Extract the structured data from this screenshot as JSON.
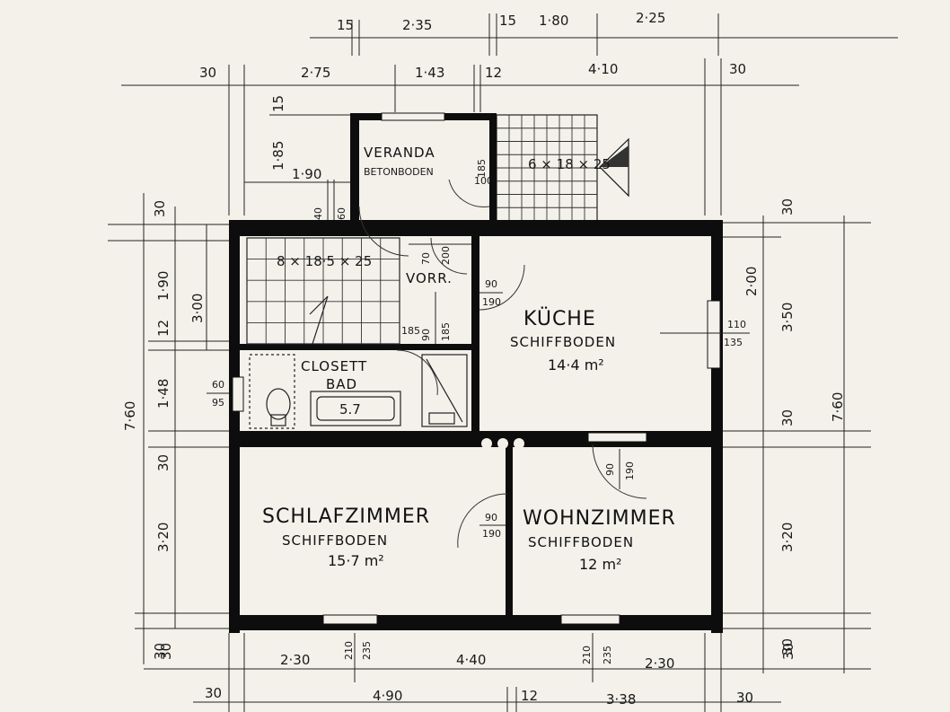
{
  "plan": {
    "rooms": {
      "veranda": {
        "name": "VERANDA",
        "floor": "BETONBODEN"
      },
      "vorraum": {
        "name": "VORR."
      },
      "kueche": {
        "name": "KÜCHE",
        "floor": "SCHIFFBODEN",
        "area": "14·4 m²"
      },
      "closet_bad": {
        "name1": "CLOSETT",
        "name2": "BAD",
        "tub": "5.7"
      },
      "schlafzimmer": {
        "name": "SCHLAFZIMMER",
        "floor": "SCHIFFBODEN",
        "area": "15·7 m²"
      },
      "wohnzimmer": {
        "name": "WOHNZIMMER",
        "floor": "SCHIFFBODEN",
        "area": "12 m²"
      }
    },
    "stairs": {
      "inner": "8 × 18·5 × 25",
      "outer": "6 × 18 × 25"
    },
    "dims_top1": [
      "15",
      "2·35",
      "15",
      "1·80",
      "2·25"
    ],
    "dims_top2": [
      "30",
      "2·75",
      "1·43",
      "12",
      "4·10",
      "30"
    ],
    "dims_bottom1": [
      "30",
      "2·30",
      "4·40",
      "2·30",
      "30"
    ],
    "dims_bottom2": [
      "30",
      "4·90",
      "12",
      "3·38",
      "30"
    ],
    "dims_left_outer": [
      "30",
      "7·60",
      "30"
    ],
    "dims_left_inner": [
      "1·90",
      "12",
      "1·48",
      "30",
      "3·20"
    ],
    "dims_left_small": [
      "3·00",
      "1·85",
      "1·90",
      "15"
    ],
    "dims_right": [
      "30",
      "2·00",
      "3·50",
      "7·60",
      "30",
      "3·20",
      "30"
    ],
    "door_labels": [
      "90",
      "190",
      "90",
      "190",
      "90",
      "190",
      "110",
      "135",
      "60",
      "95",
      "40",
      "60",
      "210",
      "235",
      "210",
      "235",
      "70",
      "200",
      "90",
      "185",
      "185",
      "100"
    ]
  }
}
